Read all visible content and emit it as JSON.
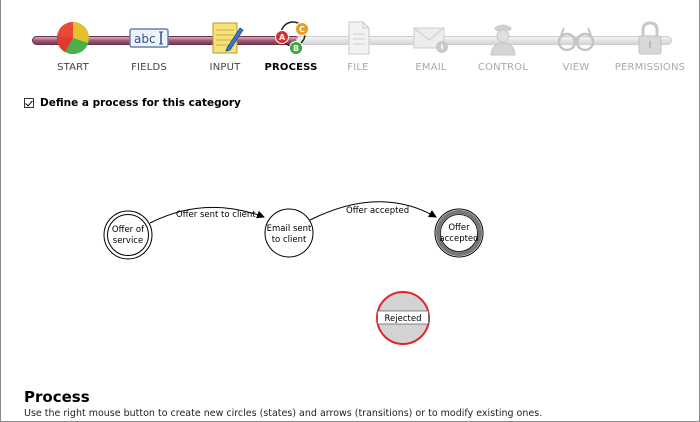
{
  "wizard": {
    "steps": [
      {
        "label": "START",
        "icon": "pie-chart-icon",
        "state": "done"
      },
      {
        "label": "FIELDS",
        "icon": "text-field-icon",
        "state": "done"
      },
      {
        "label": "INPUT",
        "icon": "notepad-pencil-icon",
        "state": "done"
      },
      {
        "label": "PROCESS",
        "icon": "process-abc-icon",
        "state": "current"
      },
      {
        "label": "FILE",
        "icon": "document-icon",
        "state": "inactive"
      },
      {
        "label": "EMAIL",
        "icon": "email-icon",
        "state": "inactive"
      },
      {
        "label": "CONTROL",
        "icon": "officer-icon",
        "state": "inactive"
      },
      {
        "label": "VIEW",
        "icon": "glasses-icon",
        "state": "inactive"
      },
      {
        "label": "PERMISSIONS",
        "icon": "padlock-icon",
        "state": "inactive"
      }
    ],
    "process_icon_letters": {
      "a": "A",
      "b": "B",
      "c": "C"
    },
    "fields_icon_text": "abc"
  },
  "define": {
    "label": "Define a process for this category",
    "checked": true
  },
  "process_diagram": {
    "states": [
      {
        "id": "offer-of-service",
        "label_lines": [
          "Offer of",
          "service"
        ],
        "kind": "initial"
      },
      {
        "id": "email-sent",
        "label_lines": [
          "Email sent",
          "to client"
        ],
        "kind": "normal"
      },
      {
        "id": "offer-accepted",
        "label_lines": [
          "Offer",
          "accepted"
        ],
        "kind": "final"
      },
      {
        "id": "rejected",
        "label_lines": [
          "Rejected"
        ],
        "kind": "selected"
      }
    ],
    "transitions": [
      {
        "from": "offer-of-service",
        "to": "email-sent",
        "label": "Offer sent to client"
      },
      {
        "from": "email-sent",
        "to": "offer-accepted",
        "label": "Offer accepted"
      }
    ],
    "colors": {
      "selected_outline": "#e0262c",
      "selected_fill": "#d3d3d3",
      "final_ring": "#777777"
    }
  },
  "footer": {
    "title": "Process",
    "description": "Use the right mouse button to create new circles (states) and arrows (transitions) or to modify existing ones."
  }
}
